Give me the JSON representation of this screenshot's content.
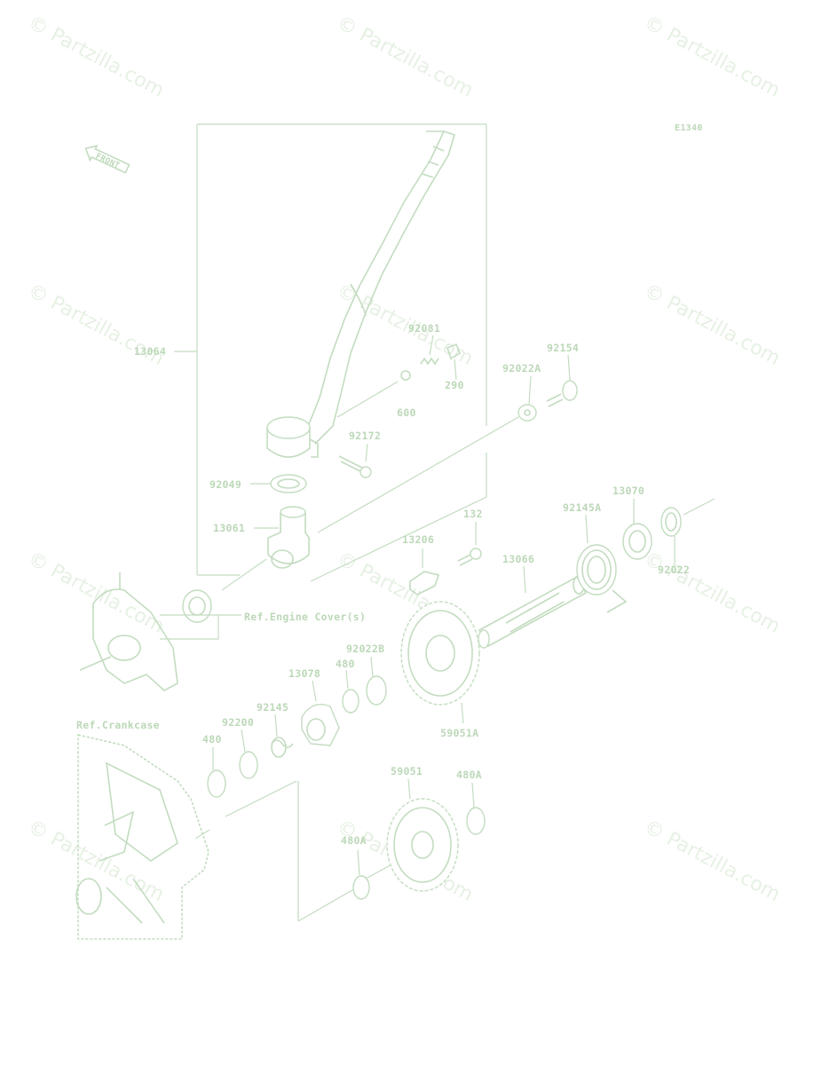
{
  "diagram": {
    "code": "E1340",
    "front_label": "FRONT",
    "watermark": "© Partzilla.com",
    "parts": [
      {
        "id": "13064",
        "label": "13064"
      },
      {
        "id": "92081",
        "label": "92081"
      },
      {
        "id": "290",
        "label": "290"
      },
      {
        "id": "600",
        "label": "600"
      },
      {
        "id": "92172",
        "label": "92172"
      },
      {
        "id": "92022A",
        "label": "92022A"
      },
      {
        "id": "92154",
        "label": "92154"
      },
      {
        "id": "92049",
        "label": "92049"
      },
      {
        "id": "13061",
        "label": "13061"
      },
      {
        "id": "132",
        "label": "132"
      },
      {
        "id": "13206",
        "label": "13206"
      },
      {
        "id": "13066",
        "label": "13066"
      },
      {
        "id": "92145A",
        "label": "92145A"
      },
      {
        "id": "13070",
        "label": "13070"
      },
      {
        "id": "92022",
        "label": "92022"
      },
      {
        "id": "92022B",
        "label": "92022B"
      },
      {
        "id": "480a",
        "label": "480"
      },
      {
        "id": "13078",
        "label": "13078"
      },
      {
        "id": "92145",
        "label": "92145"
      },
      {
        "id": "92200",
        "label": "92200"
      },
      {
        "id": "480b",
        "label": "480"
      },
      {
        "id": "59051A",
        "label": "59051A"
      },
      {
        "id": "59051",
        "label": "59051"
      },
      {
        "id": "480A_1",
        "label": "480A"
      },
      {
        "id": "480A_2",
        "label": "480A"
      }
    ],
    "refs": {
      "engine_cover": "Ref.Engine Cover(s)",
      "crankcase": "Ref.Crankcase"
    }
  }
}
